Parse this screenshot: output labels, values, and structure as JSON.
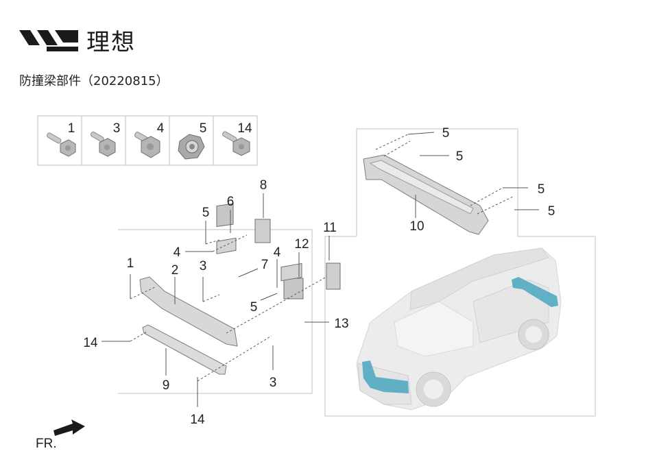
{
  "brand": {
    "name": "理想",
    "logo_icon": "li-auto-logo-icon"
  },
  "document": {
    "title": "防撞梁部件（20220815）"
  },
  "fastener_legend": [
    "1",
    "3",
    "4",
    "5",
    "14"
  ],
  "callouts": {
    "front_1": "1",
    "front_2": "2",
    "front_3a": "3",
    "front_3b": "3",
    "front_4a": "4",
    "front_4b": "4",
    "front_5a": "5",
    "front_5b": "5",
    "front_6": "6",
    "front_7": "7",
    "front_8": "8",
    "front_9": "9",
    "front_11": "11",
    "front_12": "12",
    "front_13": "13",
    "front_14a": "14",
    "front_14b": "14",
    "rear_5a": "5",
    "rear_5b": "5",
    "rear_5c": "5",
    "rear_5d": "5",
    "rear_10": "10"
  },
  "direction": {
    "label": "FR.",
    "icon": "forward-arrow-icon"
  },
  "colors": {
    "highlight": "#4aa6bf",
    "part_gray": "#d2d2d2",
    "line": "#444444",
    "frame": "#bdbdbd"
  }
}
